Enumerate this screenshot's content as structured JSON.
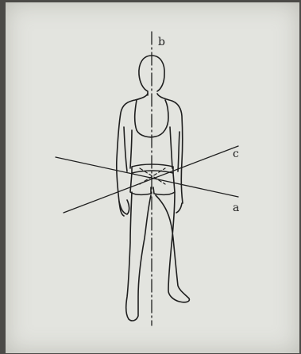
{
  "figure": {
    "axes": [
      {
        "id": "a",
        "label": "a"
      },
      {
        "id": "b",
        "label": "b"
      },
      {
        "id": "c",
        "label": "c"
      }
    ],
    "colors": {
      "paper": "#e3e4df",
      "background": "#4b4a47",
      "ink": "#1f1f1f"
    }
  }
}
